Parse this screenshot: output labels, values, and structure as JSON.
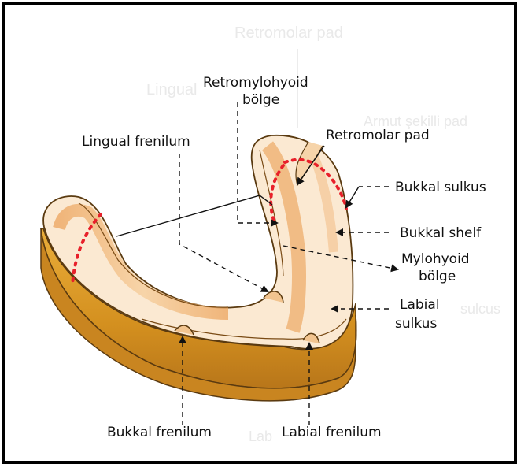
{
  "background_text": {
    "retromolar_pad": "Retromolar pad",
    "lingual": "Lingual",
    "armut_sekilli_pad": "Armut şekilli pad",
    "sulcus": "sulcus",
    "lab": "Lab"
  },
  "labels": {
    "retromylohyoid_line1": "Retromylohyoid",
    "retromylohyoid_line2": "bölge",
    "lingual_frenilum": "Lingual frenilum",
    "retromolar_pad": "Retromolar pad",
    "bukkal_sulkus": "Bukkal sulkus",
    "bukkal_shelf": "Bukkal shelf",
    "mylohyoid_line1": "Mylohyoid",
    "mylohyoid_line2": "bölge",
    "labial_sulkus_line1": "Labial",
    "labial_sulkus_line2": "sulkus",
    "bukkal_frenilum": "Bukkal frenilum",
    "labial_frenilum": "Labial frenilum"
  },
  "colors": {
    "base_gold": "#d99a2a",
    "base_dark": "#b5731a",
    "surface_cream": "#fbe9d2",
    "surface_tan": "#f2c48f",
    "ridge_orange": "#e9a15d",
    "dotted_red": "#e8202a"
  }
}
